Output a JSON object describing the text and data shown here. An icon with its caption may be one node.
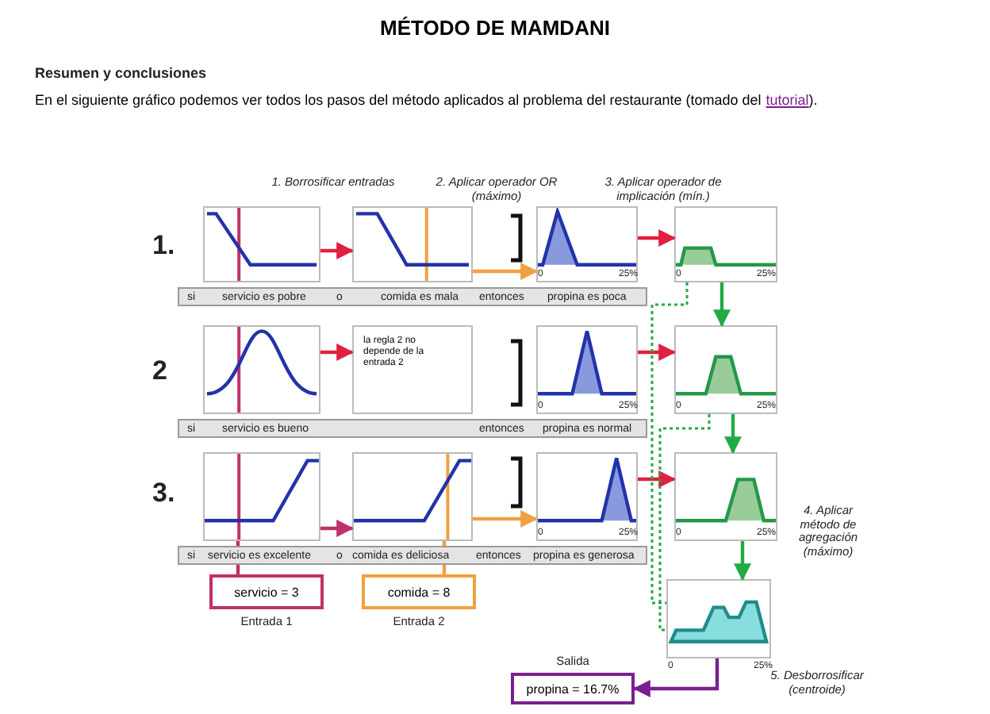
{
  "diagram": {
    "title": "MÉTODO DE MAMDANI",
    "nodes": [
      {
        "text": [
          "servicio = 3"
        ],
        "beside": [
          "Entrada 1"
        ]
      },
      {
        "text": [
          "comida = 8"
        ],
        "beside": [
          "Entrada 2"
        ]
      },
      {
        "text": [
          "propina = 16.7%"
        ],
        "beside": [
          "Salida"
        ]
      },
      {
        "text": [],
        "shape": "picture"
      },
      {
        "text": [],
        "shape": "picture"
      },
      {
        "text": [],
        "shape": "picture"
      },
      {
        "text": [],
        "shape": "picture"
      },
      {
        "text": [],
        "shape": "picture"
      },
      {
        "text": [
          "la regla 2 no depende de la entrada 2"
        ]
      },
      {
        "text": [],
        "shape": "picture"
      },
      {
        "text": [],
        "shape": "picture"
      },
      {
        "text": [],
        "shape": "picture"
      },
      {
        "text": [],
        "shape": "picture"
      },
      {
        "text": [],
        "shape": "picture"
      },
      {
        "text": [],
        "shape": "picture"
      },
      {
        "text": [],
        "shape": "picture"
      }
    ],
    "edges": [
      {
        "from": 3,
        "to": 4,
        "arrow": "to"
      },
      {
        "from": 4,
        "to": 5,
        "arrow": "to",
        "color": "#f0a040"
      },
      {
        "from": 5,
        "to": 6,
        "arrow": "to"
      },
      {
        "from": 7,
        "to": 8,
        "arrow": "to"
      },
      {
        "from": 9,
        "to": 10,
        "arrow": "to"
      },
      {
        "from": 11,
        "to": 12,
        "arrow": "to",
        "color": "#c0306a"
      },
      {
        "from": 12,
        "to": 13,
        "arrow": "to",
        "color": "#f0a040"
      },
      {
        "from": 13,
        "to": 14,
        "arrow": "to"
      },
      {
        "from": 6,
        "to": 10,
        "arrow": "to",
        "color": "#22aa44"
      },
      {
        "from": 10,
        "to": 14,
        "arrow": "to",
        "color": "#22aa44"
      },
      {
        "from": 14,
        "to": 15,
        "arrow": "to",
        "color": "#22aa44"
      },
      {
        "from": 15,
        "to": 2,
        "arrow": "to",
        "color": "#7a1f8f"
      },
      {
        "from": 0,
        "to": 11,
        "arrow": "none",
        "color": "#c0306a"
      },
      {
        "from": 1,
        "to": 12,
        "arrow": "none",
        "color": "#f0a040"
      },
      {
        "from": 6,
        "to": 15,
        "arrow": "none",
        "style": "dashed",
        "color": "#22aa44"
      },
      {
        "from": 10,
        "to": 15,
        "arrow": "none",
        "style": "dashed",
        "color": "#22aa44"
      }
    ],
    "labels": [
      "Resumen y conclusiones",
      "En el siguiente gráfico podemos ver todos los pasos del método aplicados al problema del restaurante (tomado del",
      "tutorial",
      ").",
      "1. Borrosificar entradas",
      "2. Aplicar operador OR (máximo)",
      "3. Aplicar operador de implicación (mín.)",
      "1.",
      "si",
      "servicio es pobre",
      "o",
      "comida es mala",
      "entonces",
      "propina es poca",
      "0",
      "25%",
      "0",
      "25%",
      "2",
      "si",
      "servicio es bueno",
      "entonces",
      "propina es normal",
      "0",
      "25%",
      "0",
      "25%",
      "3.",
      "si",
      "servicio es excelente",
      "o",
      "comida es deliciosa",
      "entonces",
      "propina es generosa",
      "0",
      "25%",
      "0",
      "25%",
      "4. Aplicar método de agregación (máximo)",
      "0",
      "25%",
      "5. Desborrosificar (centroide)"
    ]
  }
}
